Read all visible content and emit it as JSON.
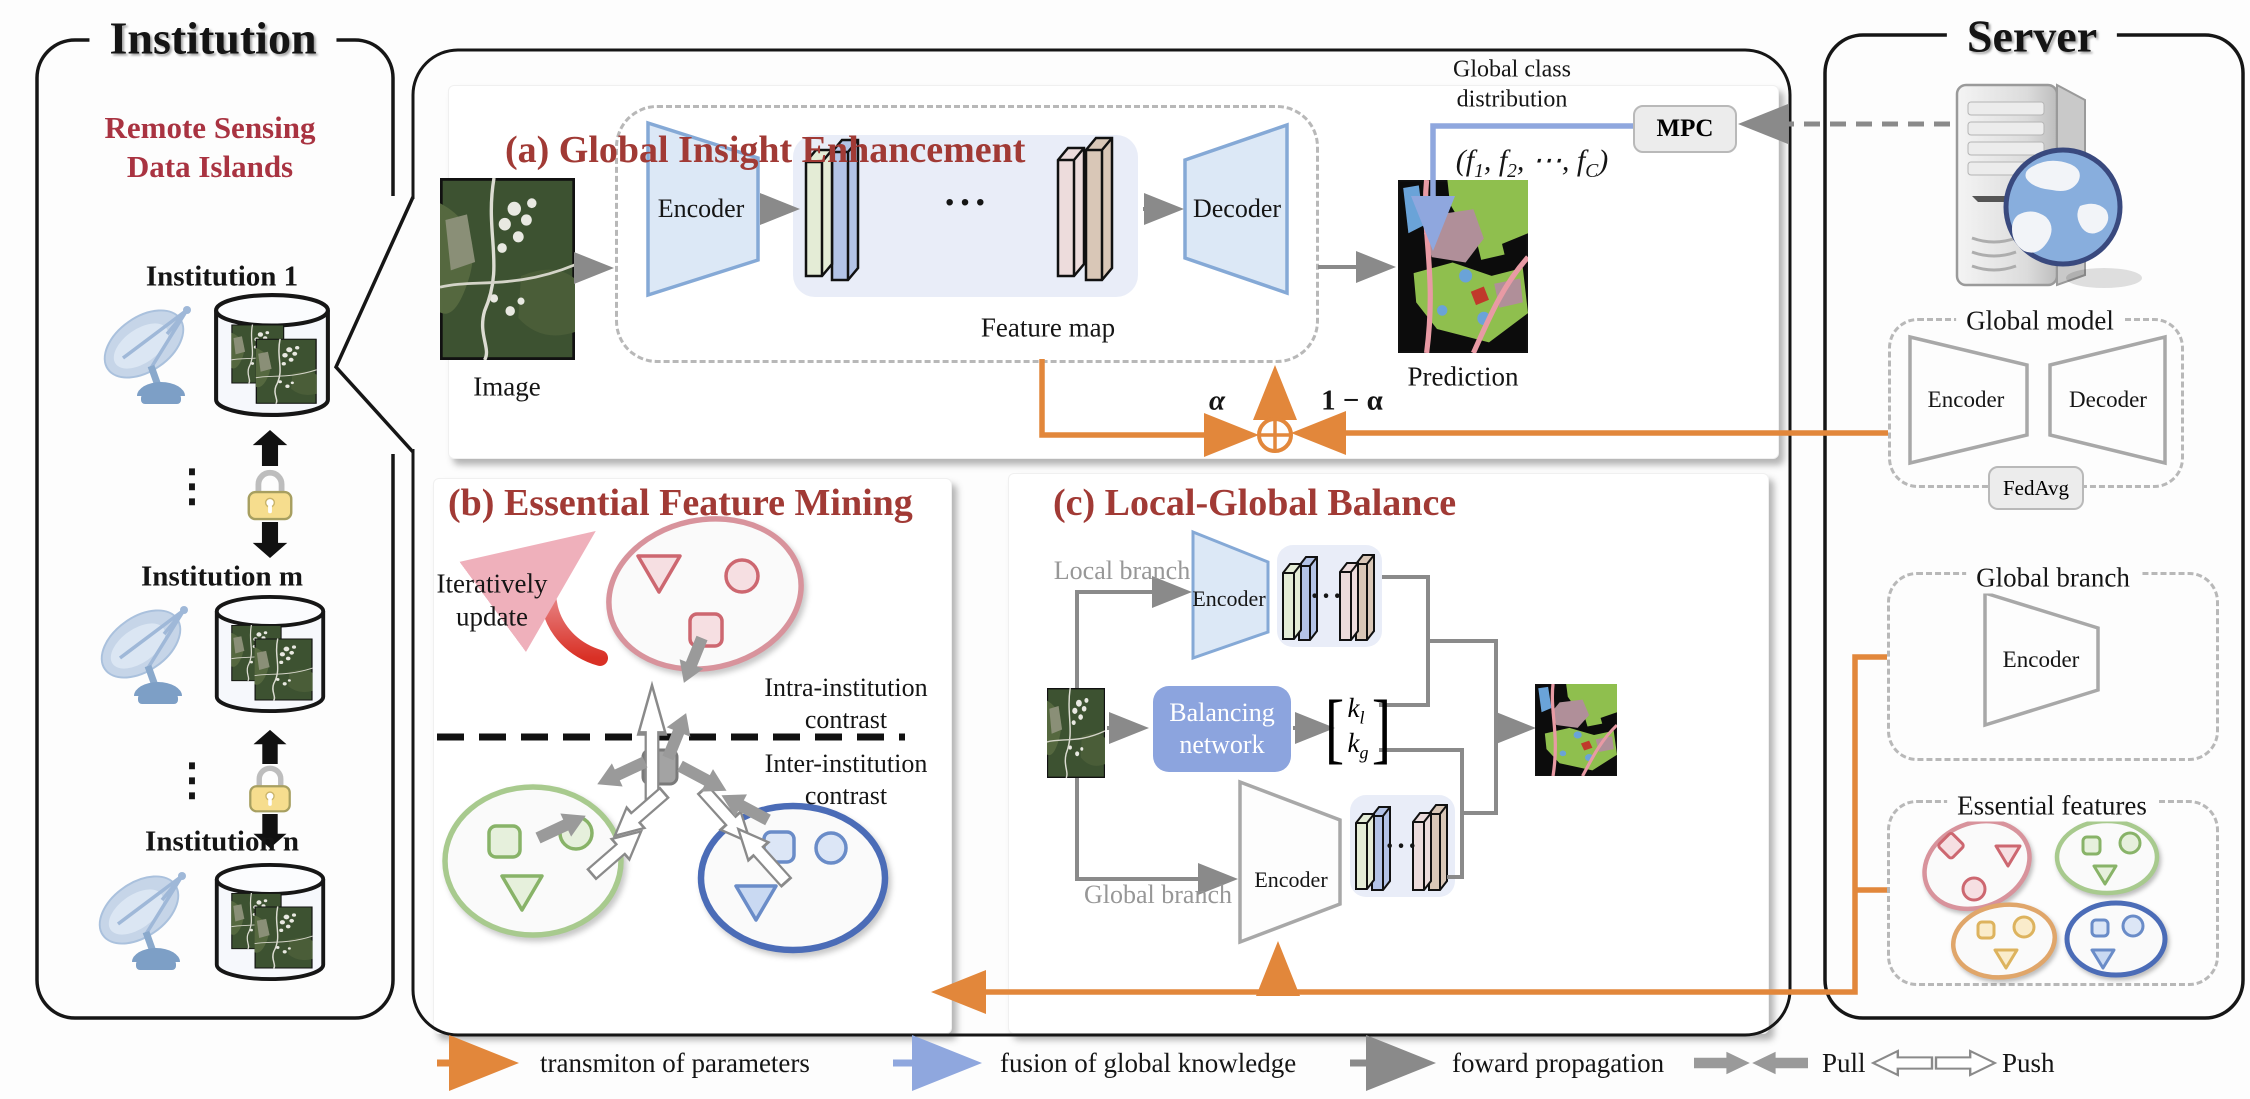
{
  "institution_panel": {
    "title": "Institution",
    "subtitle_line1": "Remote Sensing",
    "subtitle_line2": "Data Islands",
    "ellipsis": "⋮",
    "items": [
      {
        "label": "Institution 1"
      },
      {
        "label": "Institution m"
      },
      {
        "label": "Institution n"
      }
    ]
  },
  "section_a": {
    "title": "(a) Global Insight Enhancement",
    "image_label": "Image",
    "encoder_label": "Encoder",
    "feature_map_label": "Feature map",
    "decoder_label": "Decoder",
    "prediction_label": "Prediction",
    "global_class_line1": "Global class",
    "global_class_line2": "distribution",
    "mpc_label": "MPC",
    "f_open": "(f",
    "f_sub1": "1",
    "f_mid": ", f",
    "f_sub2": "2",
    "f_dots": ", ⋯, f",
    "f_subC": "C",
    "f_close": ")",
    "alpha": "α",
    "one_minus_alpha": "1 − α"
  },
  "section_b": {
    "title": "(b) Essential Feature Mining",
    "iteratively_line1": "Iteratively",
    "iteratively_line2": "update",
    "intra_line1": "Intra-institution",
    "intra_line2": "contrast",
    "inter_line1": "Inter-institution",
    "inter_line2": "contrast"
  },
  "section_c": {
    "title": "(c) Local-Global Balance",
    "local_branch_label": "Local branch",
    "global_branch_label": "Global branch",
    "encoder_local_label": "Encoder",
    "encoder_global_label": "Encoder",
    "balancing_line1": "Balancing",
    "balancing_line2": "network",
    "k_letter": "k",
    "k_sub_l": "l",
    "k_sub_g": "g",
    "bracket_open": "[",
    "bracket_close": "]"
  },
  "server_panel": {
    "title": "Server",
    "global_model": {
      "title": "Global model",
      "encoder_label": "Encoder",
      "decoder_label": "Decoder",
      "fedavg_label": "FedAvg"
    },
    "global_branch": {
      "title": "Global branch",
      "encoder_label": "Encoder"
    },
    "essential_features": {
      "title": "Essential features"
    }
  },
  "diagram": {
    "feature_dots": "···"
  },
  "legend": {
    "items": [
      {
        "label": "transmiton of parameters"
      },
      {
        "label": "fusion of global knowledge"
      },
      {
        "label": "foward propagation"
      },
      {
        "label": "Pull"
      },
      {
        "label": "Push"
      }
    ]
  },
  "colors": {
    "accent_orange": "#e2873b",
    "accent_blue": "#8fa7de",
    "title_red": "#a13a35",
    "subtitle_red": "#a93341",
    "gray_arrow": "#8a8a8a",
    "encoder_blue_fill": "#dce8f6",
    "encoder_blue_border": "#85a9d6",
    "balancing_blue": "#8ca4de",
    "cluster_red": "#d8939c",
    "cluster_green": "#a8ca8e",
    "cluster_blue": "#4b6cb7",
    "cluster_orange": "#e0a66a",
    "lock_yellow": "#f6dd8e"
  }
}
